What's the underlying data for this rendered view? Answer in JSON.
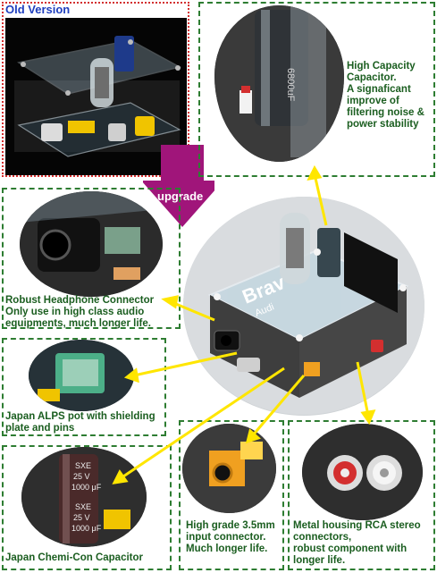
{
  "old_version": {
    "label": "Old Version"
  },
  "upgrade": {
    "label": "upgrade"
  },
  "features": {
    "capacitor_high": {
      "caption_lines": [
        "High Capacity",
        "Capacitor.",
        "A signaficant",
        "improve of",
        "filtering noise &",
        "power stability"
      ],
      "photo_text": "6800uF"
    },
    "headphone": {
      "caption_lines": [
        "Robust Headphone Connector",
        "Only use in high class audio",
        "equipments, much longer life."
      ]
    },
    "alps": {
      "caption_lines": [
        "Japan ALPS pot with shielding",
        "plate and pins"
      ]
    },
    "chemicon": {
      "caption_lines": [
        "Japan Chemi-Con Capacitor"
      ],
      "photo_text_lines": [
        "SXE",
        "25 V",
        "1000 μF",
        "SXE",
        "25 V",
        "1000 μF"
      ]
    },
    "input_35": {
      "caption_lines": [
        "High grade 3.5mm",
        "input connector.",
        "Much longer life."
      ]
    },
    "rca": {
      "caption_lines": [
        "Metal housing RCA stereo",
        "connectors,",
        "robust component with",
        "longer life."
      ]
    }
  },
  "product": {
    "logo_text": "Brav",
    "logo_sub": "Audi"
  },
  "colors": {
    "frame_green": "#2e7d32",
    "caption_green": "#1b5e20",
    "arrow_yellow": "#ffe600",
    "upgrade_purple": "#a0157a",
    "old_label_blue": "#1f3fbf"
  }
}
